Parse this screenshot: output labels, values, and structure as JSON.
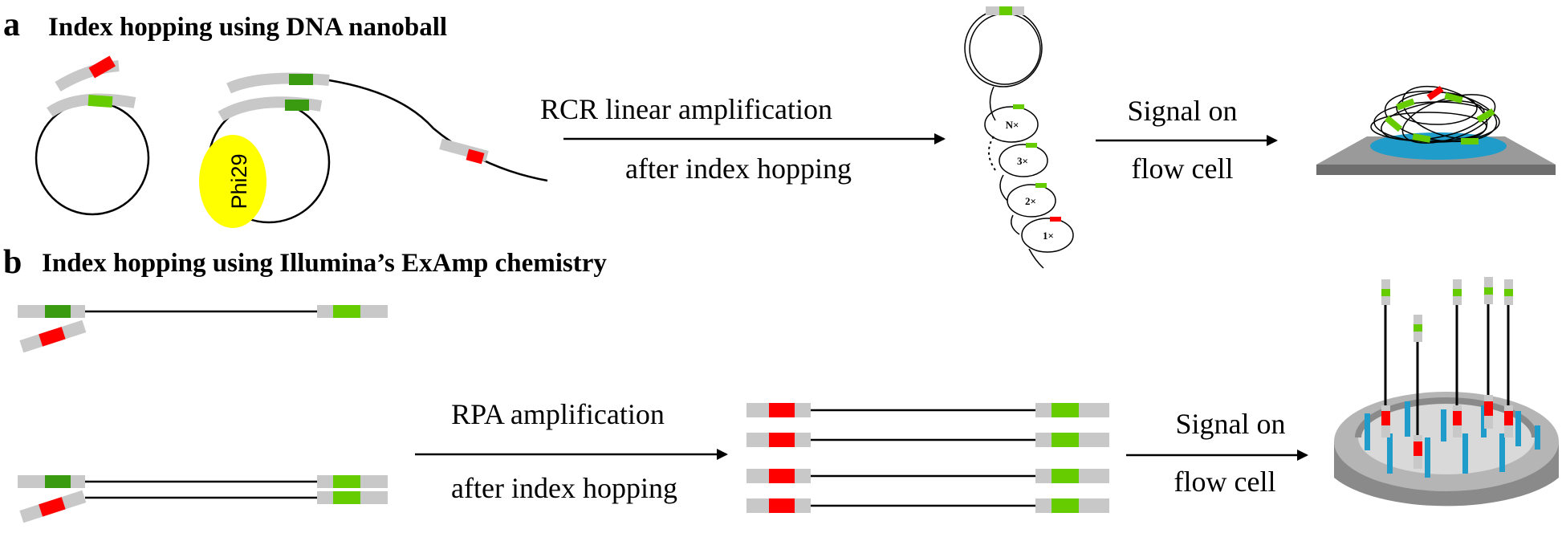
{
  "panel_a": {
    "letter": "a",
    "title": "Index hopping using DNA nanoball",
    "enzyme": "Phi29",
    "arrow1_line1": "RCR linear amplification",
    "arrow1_line2": "after index hopping",
    "arrow2_line1": "Signal on",
    "arrow2_line2": "flow cell",
    "copy_labels": [
      "N×",
      "3×",
      "2×",
      "1×"
    ]
  },
  "panel_b": {
    "letter": "b",
    "title": "Index hopping using Illumina’s ExAmp chemistry",
    "arrow1_line1": "RPA amplification",
    "arrow1_line2": "after index hopping",
    "arrow2_line1": "Signal on",
    "arrow2_line2": "flow cell"
  },
  "colors": {
    "index_green": "#66cc00",
    "index_dark_green": "#3a9a10",
    "index_red": "#ff0000",
    "adapter_gray": "#c8c8c8",
    "phi29_yellow": "#ffff00",
    "cluster_blue": "#1f9cc9",
    "flow_cell_gray": "#a9a9a9"
  }
}
